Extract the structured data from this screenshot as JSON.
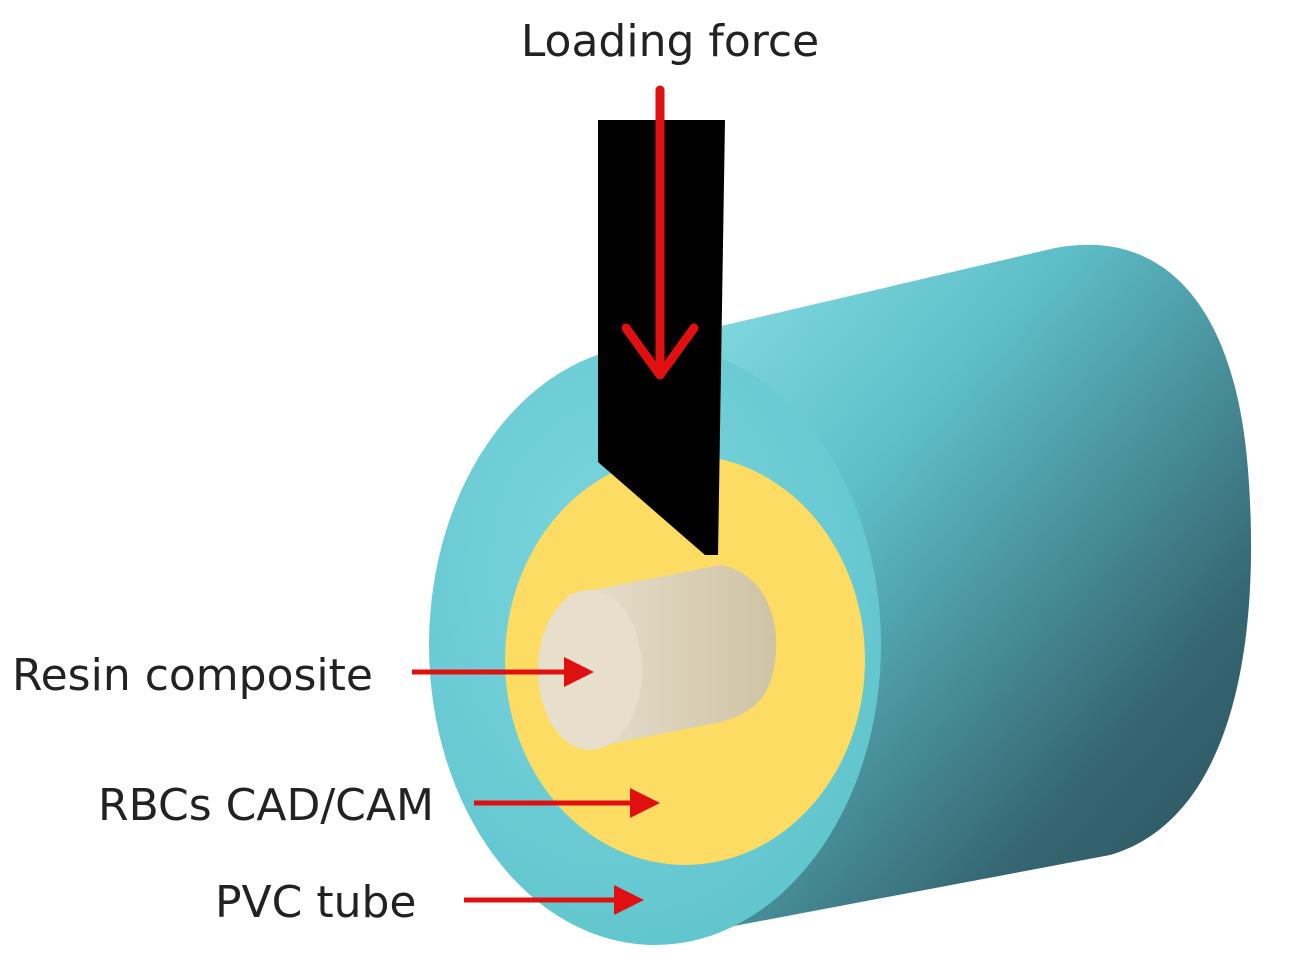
{
  "labels": {
    "loading_force": "Loading force",
    "resin_composite": "Resin composite",
    "rbcs_cadcam": "RBCs CAD/CAM",
    "pvc_tube": "PVC tube"
  },
  "colors": {
    "pvc_tube": "#66CDD6",
    "pvc_tube_dark": "#2E5863",
    "rbcs_cadcam": "#FCDC63",
    "resin_composite": "#E7DFCB",
    "loading_tool": "#000000",
    "arrow": "#E01010"
  }
}
